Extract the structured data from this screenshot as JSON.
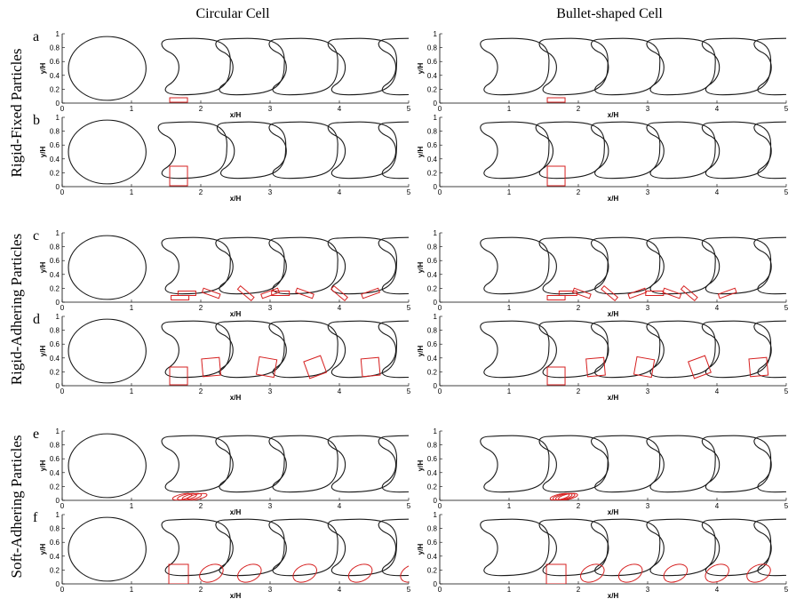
{
  "column_titles": [
    "Circular Cell",
    "Bullet-shaped Cell"
  ],
  "row_group_labels": [
    "Rigid-Fixed Particles",
    "Rigid-Adhering Particles",
    "Soft-Adhering Particles"
  ],
  "colors": {
    "cell": "#1a1a1a",
    "particle": "#d62020",
    "axis": "#000000"
  },
  "chart_data": [
    {
      "panel": "a-circular",
      "letter": "a",
      "type": "line",
      "xlabel": "x/H",
      "ylabel": "y/H",
      "xlim": [
        0,
        5
      ],
      "ylim": [
        0,
        1
      ],
      "grid": false,
      "xticks": [
        "0",
        "1",
        "2",
        "3",
        "4",
        "5"
      ],
      "yticks": [
        "0",
        "0.2",
        "0.4",
        "0.6",
        "0.8",
        "1"
      ],
      "cell_x": [
        0.65,
        1.85,
        2.63,
        3.4,
        4.25,
        4.98
      ],
      "particle": "rigid-fixed",
      "particle_size": "small",
      "first_cell": "circle",
      "particle_positions": [
        1.68
      ]
    },
    {
      "panel": "a-bullet",
      "letter": "",
      "type": "line",
      "xlabel": "x/H",
      "ylabel": "y/H",
      "xlim": [
        0,
        5
      ],
      "ylim": [
        0,
        1
      ],
      "grid": false,
      "xticks": [
        "0",
        "1",
        "2",
        "3",
        "4",
        "5"
      ],
      "yticks": [
        "0",
        "0.2",
        "0.4",
        "0.6",
        "0.8",
        "1"
      ],
      "cell_x": [
        1.0,
        1.85,
        2.6,
        3.4,
        4.2,
        4.95
      ],
      "particle": "rigid-fixed",
      "particle_size": "small",
      "first_cell": "bullet",
      "particle_positions": [
        1.68
      ]
    },
    {
      "panel": "b-circular",
      "letter": "b",
      "type": "line",
      "xlabel": "x/H",
      "ylabel": "y/H",
      "xlim": [
        0,
        5
      ],
      "ylim": [
        0,
        1
      ],
      "grid": false,
      "xticks": [
        "0",
        "1",
        "2",
        "3",
        "4",
        "5"
      ],
      "yticks": [
        "0",
        "0.2",
        "0.4",
        "0.6",
        "0.8",
        "1"
      ],
      "cell_x": [
        0.65,
        1.8,
        2.65,
        3.4,
        4.25,
        4.98
      ],
      "particle": "rigid-fixed",
      "particle_size": "large",
      "first_cell": "circle",
      "particle_positions": [
        1.68
      ]
    },
    {
      "panel": "b-bullet",
      "letter": "",
      "type": "line",
      "xlabel": "x/H",
      "ylabel": "y/H",
      "xlim": [
        0,
        5
      ],
      "ylim": [
        0,
        1
      ],
      "grid": false,
      "xticks": [
        "0",
        "1",
        "2",
        "3",
        "4",
        "5"
      ],
      "yticks": [
        "0",
        "0.2",
        "0.4",
        "0.6",
        "0.8",
        "1"
      ],
      "cell_x": [
        1.0,
        1.8,
        2.6,
        3.4,
        4.2,
        4.95
      ],
      "particle": "rigid-fixed",
      "particle_size": "large",
      "first_cell": "bullet",
      "particle_positions": [
        1.68
      ]
    },
    {
      "panel": "c-circular",
      "letter": "c",
      "type": "line",
      "xlabel": "x/H",
      "ylabel": "y/H",
      "xlim": [
        0,
        5
      ],
      "ylim": [
        0,
        1
      ],
      "grid": false,
      "xticks": [
        "0",
        "1",
        "2",
        "3",
        "4",
        "5"
      ],
      "yticks": [
        "0",
        "0.2",
        "0.4",
        "0.6",
        "0.8",
        "1"
      ],
      "cell_x": [
        0.65,
        1.85,
        2.63,
        3.4,
        4.25,
        4.98
      ],
      "particle": "rigid-adhering",
      "particle_size": "small",
      "first_cell": "circle",
      "particle_positions": [
        1.7,
        1.8,
        2.15,
        2.65,
        3.0,
        3.15,
        3.5,
        4.0,
        4.45
      ]
    },
    {
      "panel": "c-bullet",
      "letter": "",
      "type": "line",
      "xlabel": "x/H",
      "ylabel": "y/H",
      "xlim": [
        0,
        5
      ],
      "ylim": [
        0,
        1
      ],
      "grid": false,
      "xticks": [
        "0",
        "1",
        "2",
        "3",
        "4",
        "5"
      ],
      "yticks": [
        "0",
        "0.2",
        "0.4",
        "0.6",
        "0.8",
        "1"
      ],
      "cell_x": [
        1.0,
        1.85,
        2.6,
        3.4,
        4.2,
        4.95
      ],
      "particle": "rigid-adhering",
      "particle_size": "small",
      "first_cell": "bullet",
      "particle_positions": [
        1.68,
        1.85,
        2.05,
        2.45,
        2.85,
        3.1,
        3.35,
        3.6,
        4.15
      ]
    },
    {
      "panel": "d-circular",
      "letter": "d",
      "type": "line",
      "xlabel": "x/H",
      "ylabel": "y/H",
      "xlim": [
        0,
        5
      ],
      "ylim": [
        0,
        1
      ],
      "grid": false,
      "xticks": [
        "0",
        "1",
        "2",
        "3",
        "4",
        "5"
      ],
      "yticks": [
        "0",
        "0.2",
        "0.4",
        "0.6",
        "0.8",
        "1"
      ],
      "cell_x": [
        0.65,
        1.85,
        2.63,
        3.4,
        4.25,
        4.98
      ],
      "particle": "rigid-adhering",
      "particle_size": "large",
      "first_cell": "circle",
      "particle_positions": [
        1.68,
        2.15,
        2.95,
        3.65,
        4.45
      ]
    },
    {
      "panel": "d-bullet",
      "letter": "",
      "type": "line",
      "xlabel": "x/H",
      "ylabel": "y/H",
      "xlim": [
        0,
        5
      ],
      "ylim": [
        0,
        1
      ],
      "grid": false,
      "xticks": [
        "0",
        "1",
        "2",
        "3",
        "4",
        "5"
      ],
      "yticks": [
        "0",
        "0.2",
        "0.4",
        "0.6",
        "0.8",
        "1"
      ],
      "cell_x": [
        1.0,
        1.85,
        2.6,
        3.4,
        4.2,
        4.95
      ],
      "particle": "rigid-adhering",
      "particle_size": "large",
      "first_cell": "bullet",
      "particle_positions": [
        1.68,
        2.25,
        2.95,
        3.75,
        4.6
      ]
    },
    {
      "panel": "e-circular",
      "letter": "e",
      "type": "line",
      "xlabel": "x/H",
      "ylabel": "y/H",
      "xlim": [
        0,
        5
      ],
      "ylim": [
        0,
        1
      ],
      "grid": false,
      "xticks": [
        "0",
        "1",
        "2",
        "3",
        "4",
        "5"
      ],
      "yticks": [
        "0",
        "0.2",
        "0.4",
        "0.6",
        "0.8",
        "1"
      ],
      "cell_x": [
        0.65,
        1.85,
        2.63,
        3.4,
        4.25,
        4.98
      ],
      "particle": "soft-adhering",
      "particle_size": "small",
      "first_cell": "circle",
      "particle_positions": [
        1.68,
        1.75,
        1.82,
        1.9
      ]
    },
    {
      "panel": "e-bullet",
      "letter": "",
      "type": "line",
      "xlabel": "x/H",
      "ylabel": "y/H",
      "xlim": [
        0,
        5
      ],
      "ylim": [
        0,
        1
      ],
      "grid": false,
      "xticks": [
        "0",
        "1",
        "2",
        "3",
        "4",
        "5"
      ],
      "yticks": [
        "0",
        "0.2",
        "0.4",
        "0.6",
        "0.8",
        "1"
      ],
      "cell_x": [
        1.0,
        1.85,
        2.6,
        3.4,
        4.2,
        4.95
      ],
      "particle": "soft-adhering",
      "particle_size": "small",
      "first_cell": "bullet",
      "particle_positions": [
        1.68,
        1.72,
        1.76,
        1.8
      ]
    },
    {
      "panel": "f-circular",
      "letter": "f",
      "type": "line",
      "xlabel": "x/H",
      "ylabel": "y/H",
      "xlim": [
        0,
        5
      ],
      "ylim": [
        0,
        1
      ],
      "grid": false,
      "xticks": [
        "0",
        "1",
        "2",
        "3",
        "4",
        "5"
      ],
      "yticks": [
        "0",
        "0.2",
        "0.4",
        "0.6",
        "0.8",
        "1"
      ],
      "cell_x": [
        0.65,
        1.85,
        2.63,
        3.4,
        4.25,
        4.98
      ],
      "particle": "soft-adhering",
      "particle_size": "large",
      "first_cell": "circle",
      "particle_positions": [
        1.68,
        2.05,
        2.6,
        3.4,
        4.2,
        4.95
      ]
    },
    {
      "panel": "f-bullet",
      "letter": "",
      "type": "line",
      "xlabel": "x/H",
      "ylabel": "y/H",
      "xlim": [
        0,
        5
      ],
      "ylim": [
        0,
        1
      ],
      "grid": false,
      "xticks": [
        "0",
        "1",
        "2",
        "3",
        "4",
        "5"
      ],
      "yticks": [
        "0",
        "0.2",
        "0.4",
        "0.6",
        "0.8",
        "1"
      ],
      "cell_x": [
        1.0,
        1.85,
        2.6,
        3.4,
        4.2,
        4.95
      ],
      "particle": "soft-adhering",
      "particle_size": "large",
      "first_cell": "bullet",
      "particle_positions": [
        1.68,
        2.1,
        2.65,
        3.3,
        3.9,
        4.5
      ]
    }
  ]
}
